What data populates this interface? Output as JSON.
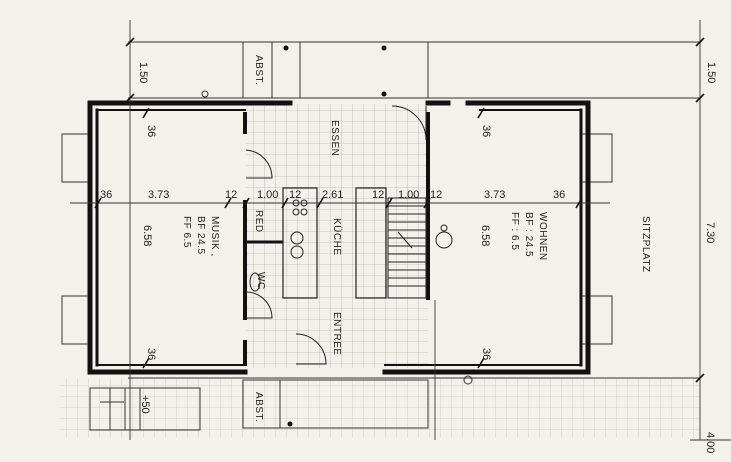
{
  "rooms": {
    "essen": "ESSEN",
    "kueche": "KÜCHE",
    "entree": "ENTREE",
    "red": "RED",
    "wc": "WC",
    "sitzplatz": "SITZPLATZ",
    "abst_top": "ABST.",
    "abst_bottom": "ABST.",
    "musik": {
      "name": "MUSIK ,",
      "bf": "BF 24.5",
      "ff": "FF  6.5"
    },
    "wohnen": {
      "name": "WOHNEN",
      "bf": "BF : 24.5",
      "ff": "FF :  6.5"
    }
  },
  "dimensions": {
    "top_offset_left": "1.50",
    "top_offset_right": "1.50",
    "wall_left": "36",
    "width_left_room": "3.73",
    "wall_12_a": "12",
    "width_red": "1.00",
    "wall_12_b": "12",
    "width_kitchen": "2.61",
    "wall_12_c": "12",
    "width_stair": "1.00",
    "wall_12_d": "12",
    "width_right_room": "3.73",
    "wall_right": "36",
    "depth_left": "6.58",
    "depth_right": "6.58",
    "overall_depth": "7.30",
    "wall_tl": "36",
    "wall_tr": "36",
    "wall_bl": "36",
    "wall_br": "36",
    "step_height": "+50",
    "bottom_right": "4.00"
  },
  "colors": {
    "wall": "#111111",
    "line": "#333333",
    "grid": "#9a9a9a",
    "paper": "#f3f1ea"
  }
}
